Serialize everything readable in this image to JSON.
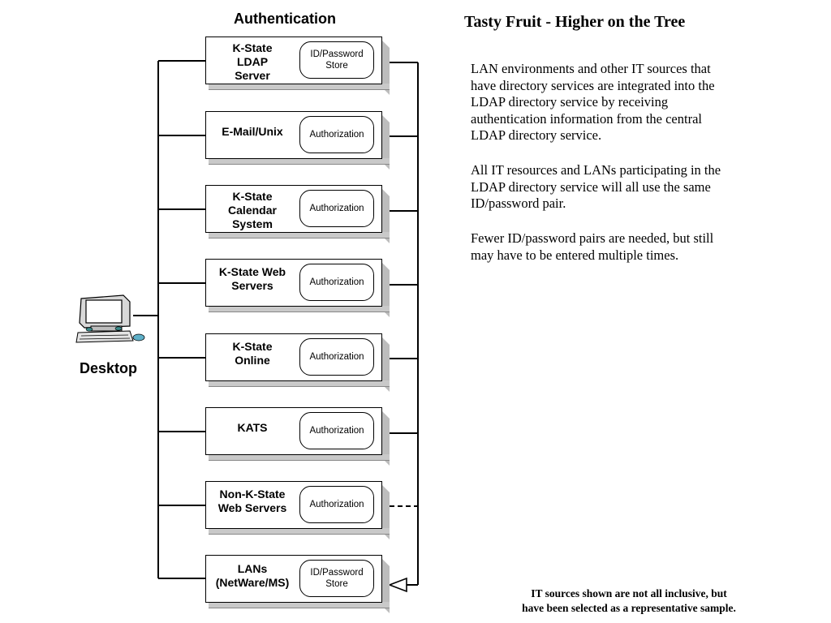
{
  "diagram": {
    "title": "Authentication",
    "desktop_label": "Desktop",
    "systems": [
      {
        "name": "K-State\nLDAP\nServer",
        "component": "ID/Password\nStore",
        "link": "solid"
      },
      {
        "name": "E-Mail/Unix",
        "component": "Authorization",
        "link": "solid"
      },
      {
        "name": "K-State\nCalendar\nSystem",
        "component": "Authorization",
        "link": "solid"
      },
      {
        "name": "K-State Web\nServers",
        "component": "Authorization",
        "link": "solid"
      },
      {
        "name": "K-State\nOnline",
        "component": "Authorization",
        "link": "solid"
      },
      {
        "name": "KATS",
        "component": "Authorization",
        "link": "solid"
      },
      {
        "name": "Non-K-State\nWeb Servers",
        "component": "Authorization",
        "link": "dashed"
      },
      {
        "name": "LANs\n(NetWare/MS)",
        "component": "ID/Password\nStore",
        "link": "arrow"
      }
    ]
  },
  "panel": {
    "title": "Tasty Fruit - Higher on the Tree",
    "paragraphs": [
      "LAN environments and other IT sources that\nhave directory services are integrated into the\nLDAP directory service by receiving\nauthentication information from the central\nLDAP directory service.",
      "All IT resources and LANs participating in the\nLDAP directory service will all use the same\nID/password pair.",
      "Fewer ID/password pairs are needed, but still\nmay have to be entered multiple times."
    ],
    "footnote": "IT sources shown are not all inclusive, but\nhave been selected as a representative sample."
  }
}
